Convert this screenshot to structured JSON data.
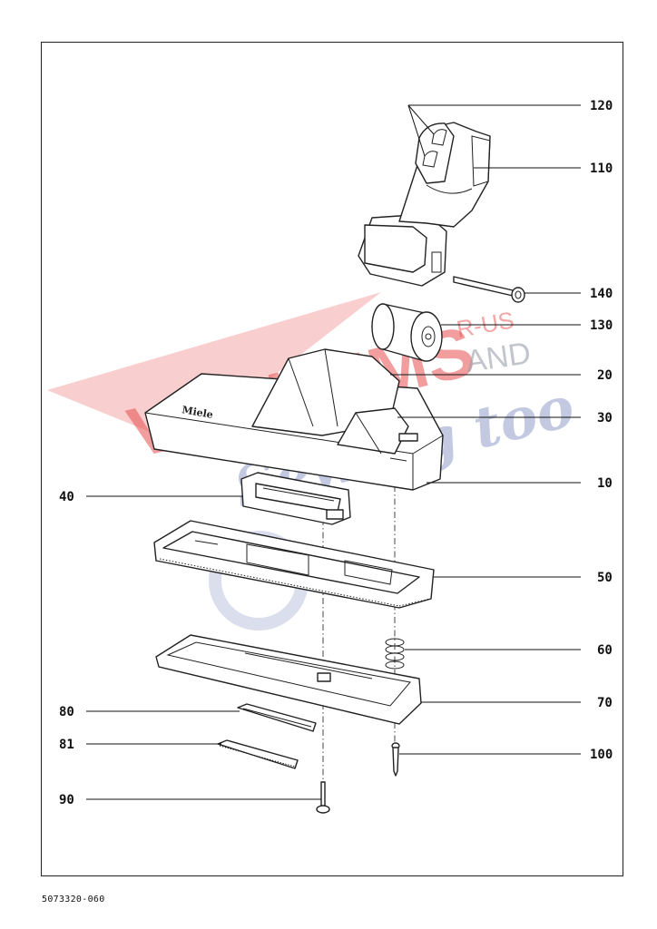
{
  "document_code": "5073320-060",
  "brand_on_part": "Miele",
  "watermark": {
    "line1": "VACUUMS",
    "line2": "R-US",
    "line3": "AND",
    "line4": "Sewing too",
    "colors": {
      "red": "#e8504f",
      "gray": "#9aa0aa",
      "blue": "#6d7ab8"
    }
  },
  "part_labels": {
    "p120": "120",
    "p110": "110",
    "p140": "140",
    "p130": "130",
    "p20": "20",
    "p30": "30",
    "p10": "10",
    "p40": "40",
    "p50": "50",
    "p60": "60",
    "p70": "70",
    "p80": "80",
    "p81": "81",
    "p100": "100",
    "p90": "90"
  }
}
